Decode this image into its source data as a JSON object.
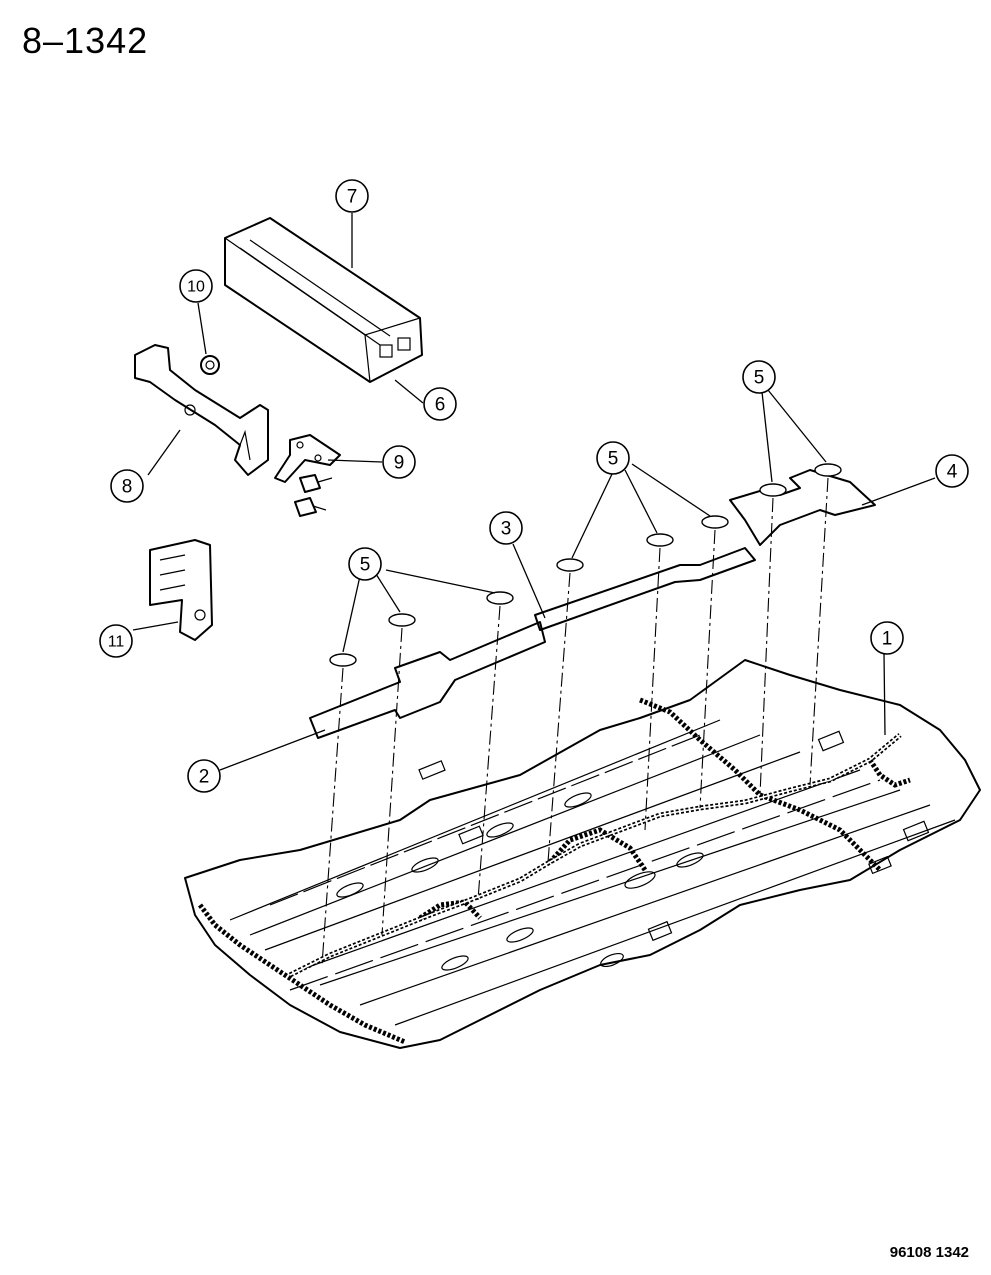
{
  "header": {
    "page_number": "8–1342"
  },
  "footer": {
    "figure_code": "96108  1342"
  },
  "callouts": {
    "c1": "1",
    "c2": "2",
    "c3": "3",
    "c4": "4",
    "c5a": "5",
    "c5b": "5",
    "c5c": "5",
    "c6": "6",
    "c7": "7",
    "c8": "8",
    "c9": "9",
    "c10": "10",
    "c11": "11"
  }
}
